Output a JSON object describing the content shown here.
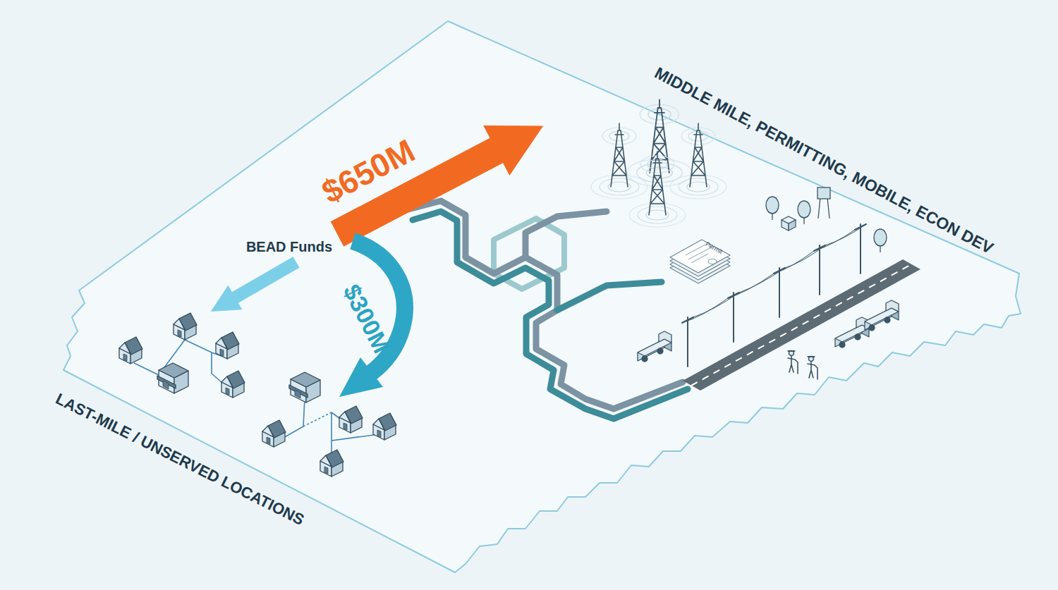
{
  "diagram": {
    "labels": [
      "BEAD Funds",
      "$650M",
      "$300M",
      "MIDDLE MILE, PERMITTING, MOBILE, ECON DEV",
      "LAST-MILE / UNSERVED LOCATIONS",
      "Permit"
    ]
  }
}
